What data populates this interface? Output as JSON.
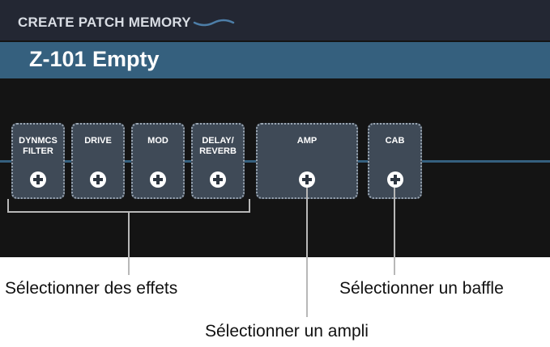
{
  "header": {
    "title": "CREATE PATCH MEMORY"
  },
  "patch": {
    "name": "Z-101 Empty"
  },
  "slots": [
    {
      "label": "DYNMCS\nFILTER"
    },
    {
      "label": "DRIVE"
    },
    {
      "label": "MOD"
    },
    {
      "label": "DELAY/\nREVERB"
    },
    {
      "label": "AMP"
    },
    {
      "label": "CAB"
    }
  ],
  "callouts": {
    "effects": "Sélectionner des effets",
    "amp": "Sélectionner un ampli",
    "cab": "Sélectionner un baffle"
  },
  "colors": {
    "header": "#232733",
    "namebar": "#35607e",
    "screen": "#141414",
    "slot": "#3f4a57"
  }
}
